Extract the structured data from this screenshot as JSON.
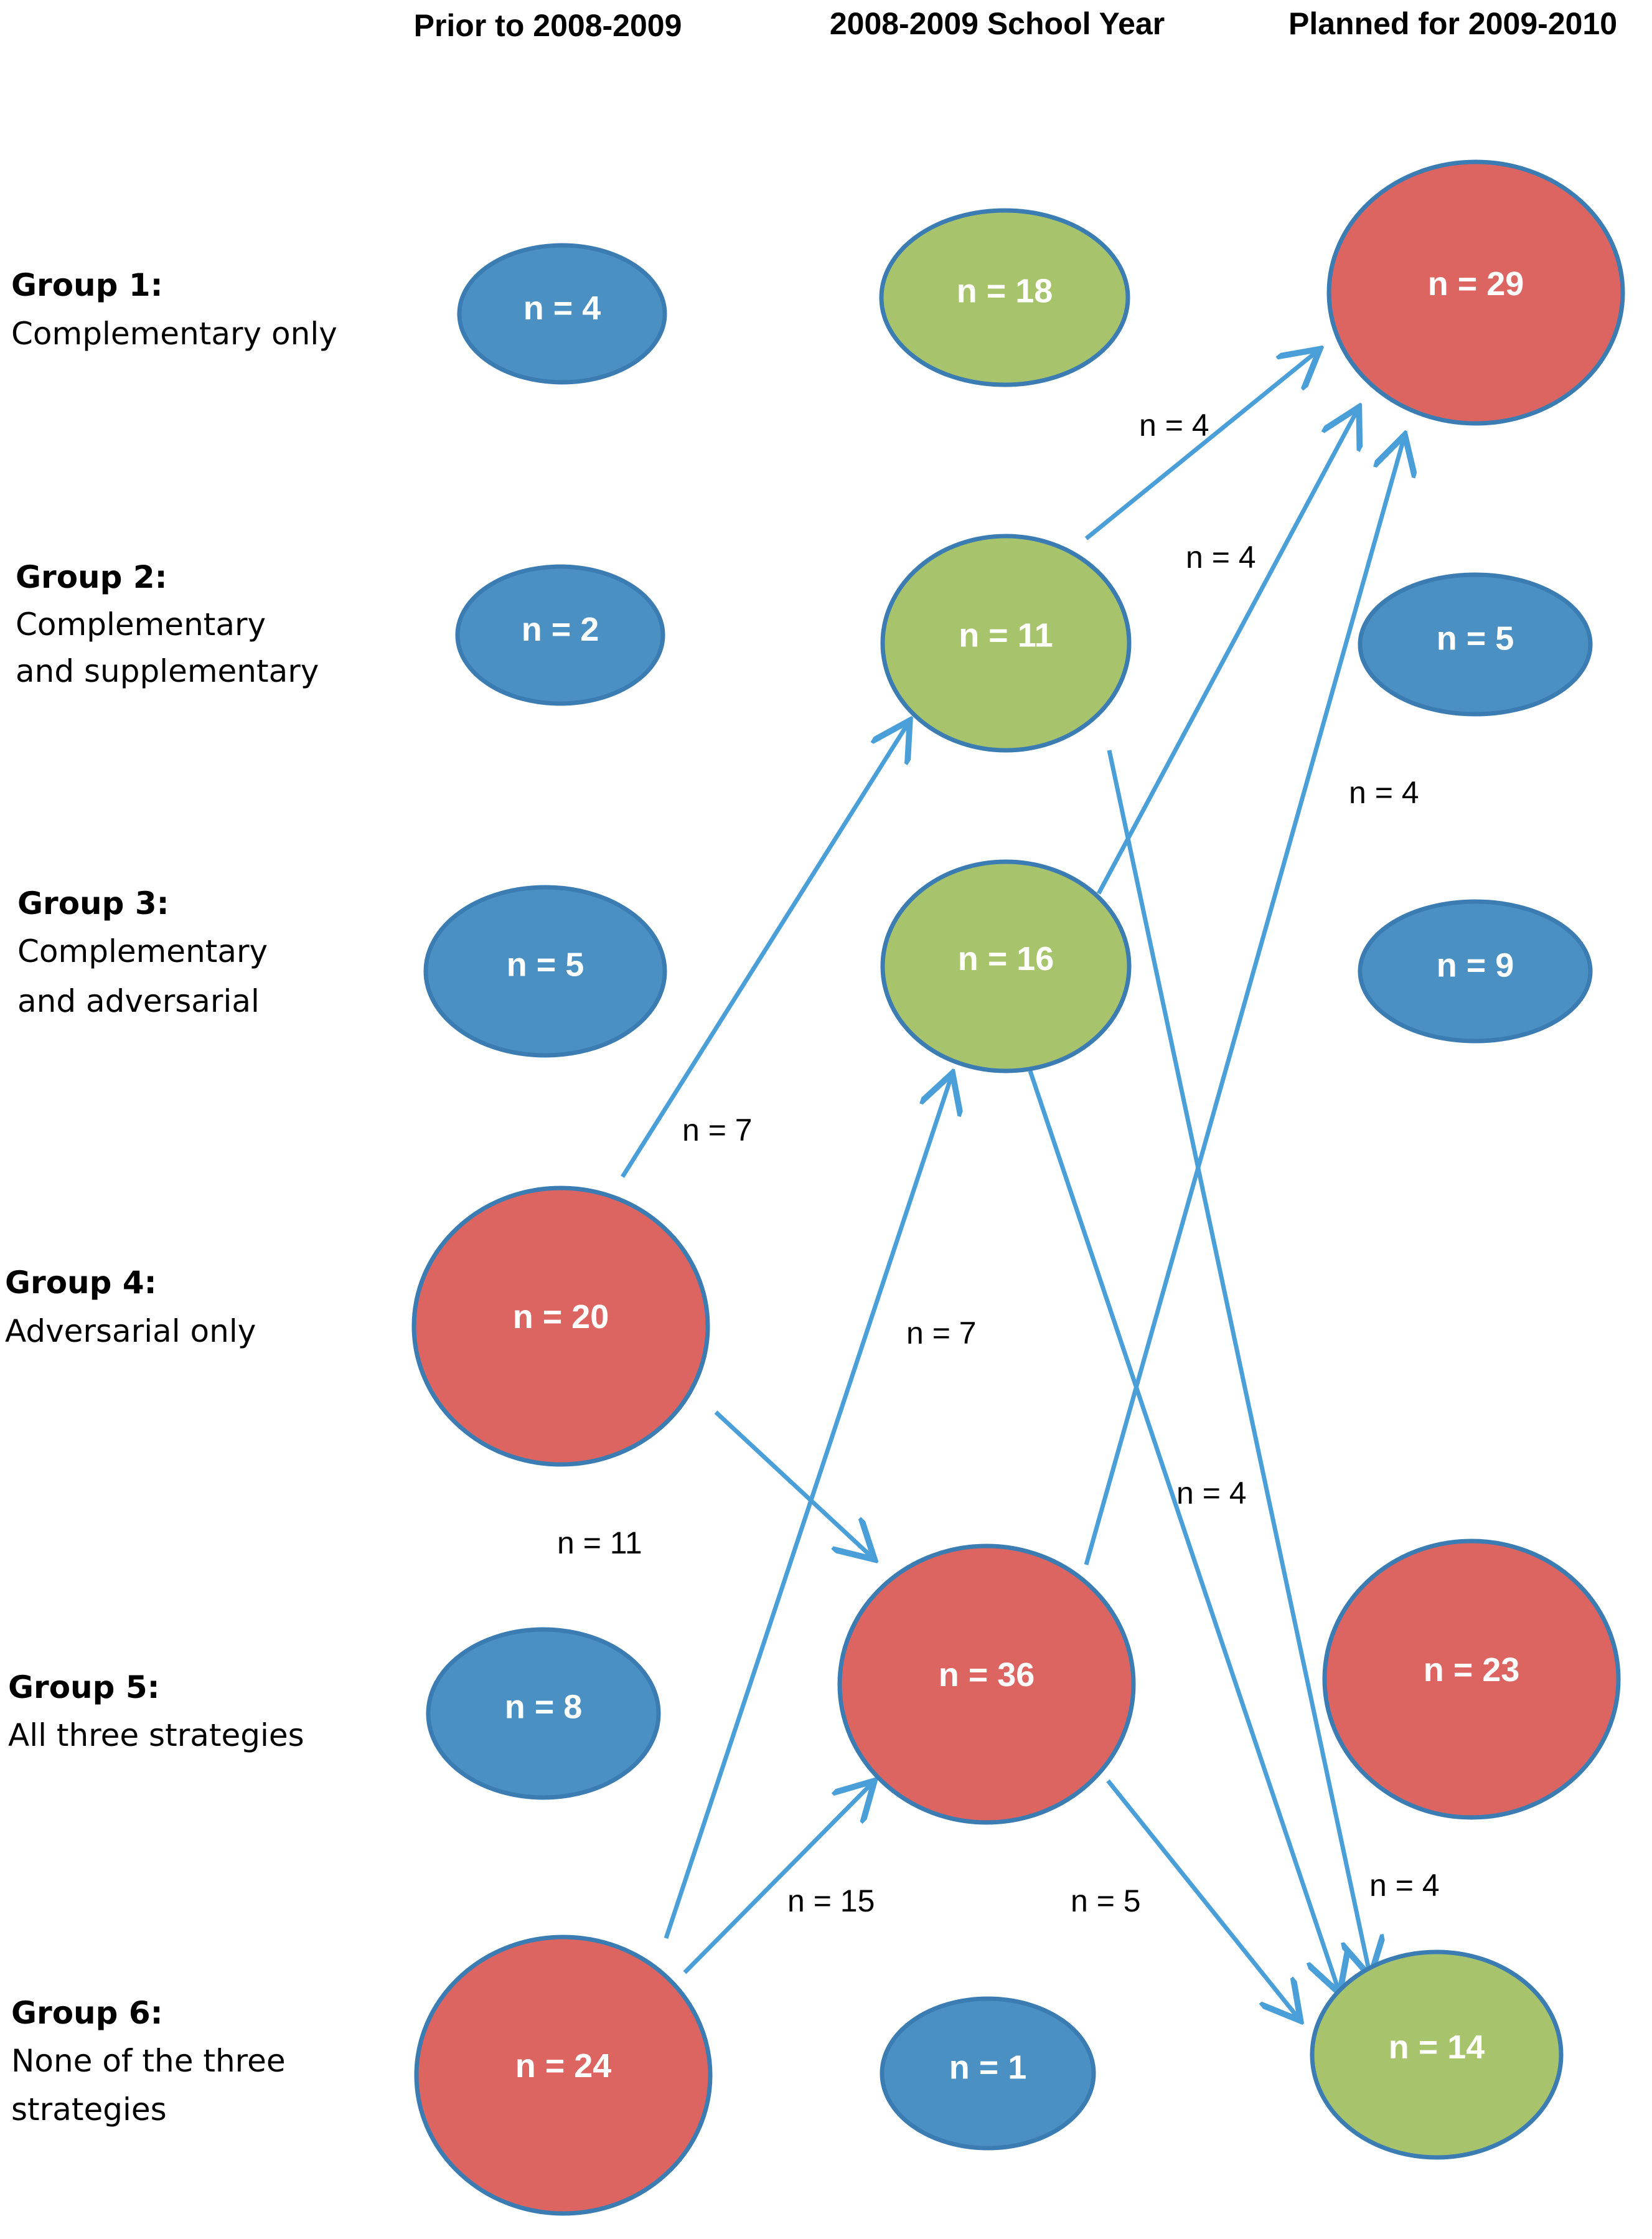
{
  "colors": {
    "blue": "#4a90c3",
    "green": "#a7c36c",
    "red": "#dc6461",
    "stroke": "#3b7cb3",
    "arrow": "#4a9fd8"
  },
  "columns": [
    {
      "id": "prior",
      "label": "Prior to 2008-2009"
    },
    {
      "id": "current",
      "label": "2008-2009 School Year"
    },
    {
      "id": "planned",
      "label": "Planned for 2009-2010"
    }
  ],
  "groups": [
    {
      "id": "g1",
      "title": "Group 1:",
      "desc": [
        "Complementary only"
      ]
    },
    {
      "id": "g2",
      "title": "Group 2:",
      "desc": [
        "Complementary",
        "and supplementary"
      ]
    },
    {
      "id": "g3",
      "title": "Group 3:",
      "desc": [
        "Complementary",
        "and adversarial"
      ]
    },
    {
      "id": "g4",
      "title": "Group 4:",
      "desc": [
        "Adversarial only"
      ]
    },
    {
      "id": "g5",
      "title": "Group 5:",
      "desc": [
        "All three strategies"
      ]
    },
    {
      "id": "g6",
      "title": "Group 6:",
      "desc": [
        "None of the three",
        "strategies"
      ]
    }
  ],
  "nodes": [
    {
      "id": "p1",
      "label": "n = 4",
      "color": "blue"
    },
    {
      "id": "c1",
      "label": "n = 18",
      "color": "green"
    },
    {
      "id": "f1",
      "label": "n = 29",
      "color": "red"
    },
    {
      "id": "p2",
      "label": "n = 2",
      "color": "blue"
    },
    {
      "id": "c2",
      "label": "n = 11",
      "color": "green"
    },
    {
      "id": "f2",
      "label": "n = 5",
      "color": "blue"
    },
    {
      "id": "p3",
      "label": "n = 5",
      "color": "blue"
    },
    {
      "id": "c3",
      "label": "n = 16",
      "color": "green"
    },
    {
      "id": "f3",
      "label": "n = 9",
      "color": "blue"
    },
    {
      "id": "p4",
      "label": "n = 20",
      "color": "red"
    },
    {
      "id": "c5",
      "label": "n = 36",
      "color": "red"
    },
    {
      "id": "f5",
      "label": "n = 23",
      "color": "red"
    },
    {
      "id": "p5",
      "label": "n = 8",
      "color": "blue"
    },
    {
      "id": "p6",
      "label": "n = 24",
      "color": "red"
    },
    {
      "id": "c6",
      "label": "n = 1",
      "color": "blue"
    },
    {
      "id": "f6",
      "label": "n = 14",
      "color": "green"
    }
  ],
  "flows": [
    {
      "id": "c2-f1",
      "label": "n = 4"
    },
    {
      "id": "c3-f1",
      "label": "n = 4"
    },
    {
      "id": "c5-f1",
      "label": "n = 4"
    },
    {
      "id": "p4-c2",
      "label": "n = 7"
    },
    {
      "id": "p6-c3",
      "label": "n = 7"
    },
    {
      "id": "c3-f6",
      "label": "n = 4"
    },
    {
      "id": "p4-c5",
      "label": "n = 11"
    },
    {
      "id": "p6-c5",
      "label": "n = 15"
    },
    {
      "id": "c5-f6",
      "label": "n = 5"
    },
    {
      "id": "c2-f6",
      "label": "n = 4"
    }
  ]
}
